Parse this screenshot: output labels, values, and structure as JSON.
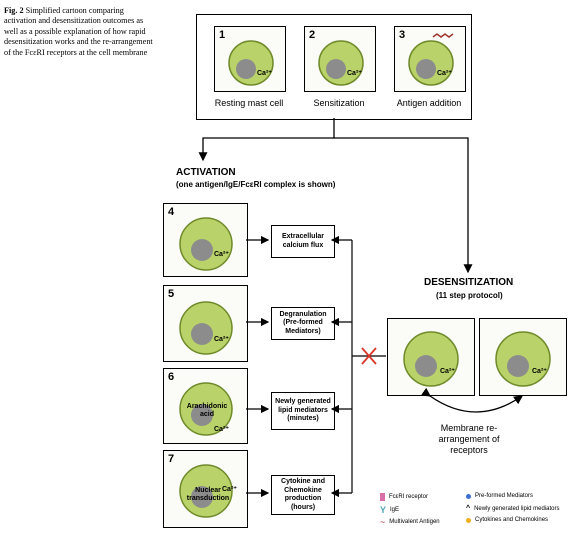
{
  "caption": {
    "label": "Fig. 2",
    "text": "Simplified cartoon comparing activation and desensitization outcomes as well as a possible explanation of how rapid desensitization works and the re-arrangement of the FcεRI receptors at the cell membrane"
  },
  "top_panels": [
    {
      "num": "1",
      "label": "Resting mast cell"
    },
    {
      "num": "2",
      "label": "Sensitization"
    },
    {
      "num": "3",
      "label": "Antigen addition"
    }
  ],
  "activation": {
    "title": "ACTIVATION",
    "subtitle": "(one antigen/IgE/FcεRI complex is shown)",
    "panels": [
      {
        "num": "4",
        "box": "Extracellular calcium flux"
      },
      {
        "num": "5",
        "box": "Degranulation (Pre-formed Mediators)"
      },
      {
        "num": "6",
        "box": "Newly generated lipid mediators (minutes)",
        "cell_text": "Arachidonic acid"
      },
      {
        "num": "7",
        "box": "Cytokine and Chemokine production (hours)",
        "cell_text": "Nuclear transduction"
      }
    ]
  },
  "desensitization": {
    "title": "DESENSITIZATION",
    "subtitle": "(11 step protocol)",
    "caption": "Membrane re-arrangement of receptors"
  },
  "cell_label": "Ca²⁺",
  "legend": {
    "fceri": "FcεRI receptor",
    "ige": "IgE",
    "antigen": "Multivalent Antigen",
    "preformed": "Pre-formed Mediators",
    "lipid": "Newly generated lipid mediators",
    "cytokines": "Cytokines and Chemokines"
  },
  "colors": {
    "cell": "#b9d36a",
    "cell_edge": "#6f8a2a",
    "nucleus": "#8c8c8c",
    "receptor": "#d86fa8",
    "ige": "#4fa6b8",
    "mediator": "#3a6fd0",
    "antigen": "#a0342a",
    "cytokine": "#f0b020",
    "block": "#d9362a"
  }
}
